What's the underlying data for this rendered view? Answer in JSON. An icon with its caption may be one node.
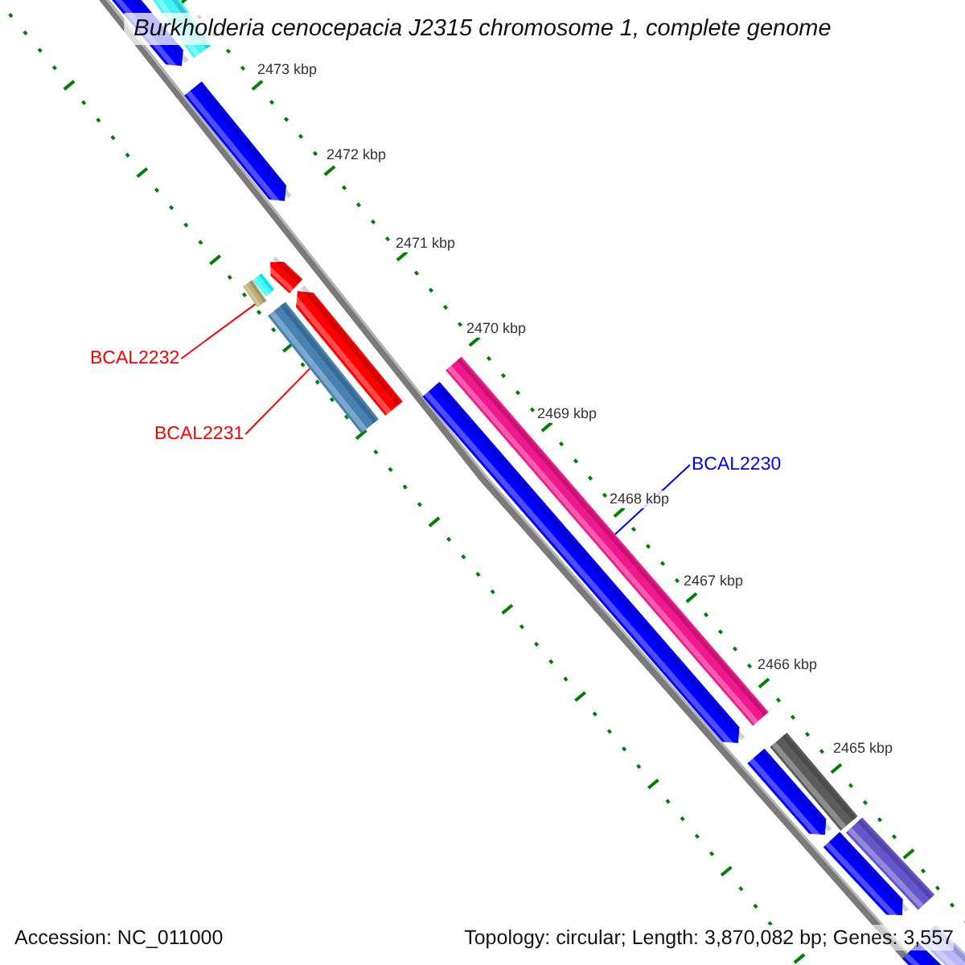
{
  "diagram": {
    "title": "Burkholderia cenocepacia J2315 chromosome 1, complete genome",
    "nodes": [
      {
        "text": [
          "BCAL2232"
        ]
      },
      {
        "text": [
          "BCAL2231"
        ]
      },
      {
        "text": [
          "BCAL2230"
        ]
      },
      {
        "text": [],
        "shape": "bar"
      },
      {
        "text": [],
        "shape": "bar"
      },
      {
        "text": [],
        "shape": "bar"
      }
    ],
    "edges": [
      {
        "from": 0,
        "to": 3,
        "arrow": "none"
      },
      {
        "from": 1,
        "to": 4,
        "arrow": "none"
      },
      {
        "from": 2,
        "to": 5,
        "arrow": "none",
        "color": "#0000ff"
      }
    ],
    "labels": [
      "2473 kbp",
      "2472 kbp",
      "2471 kbp",
      "2470 kbp",
      "2469 kbp",
      "2468 kbp",
      "2467 kbp",
      "2466 kbp",
      "2465 kbp",
      "Accession: NC_011000",
      "Topology: circular; Length: 3,870,082 bp; Genes: 3,557"
    ]
  }
}
